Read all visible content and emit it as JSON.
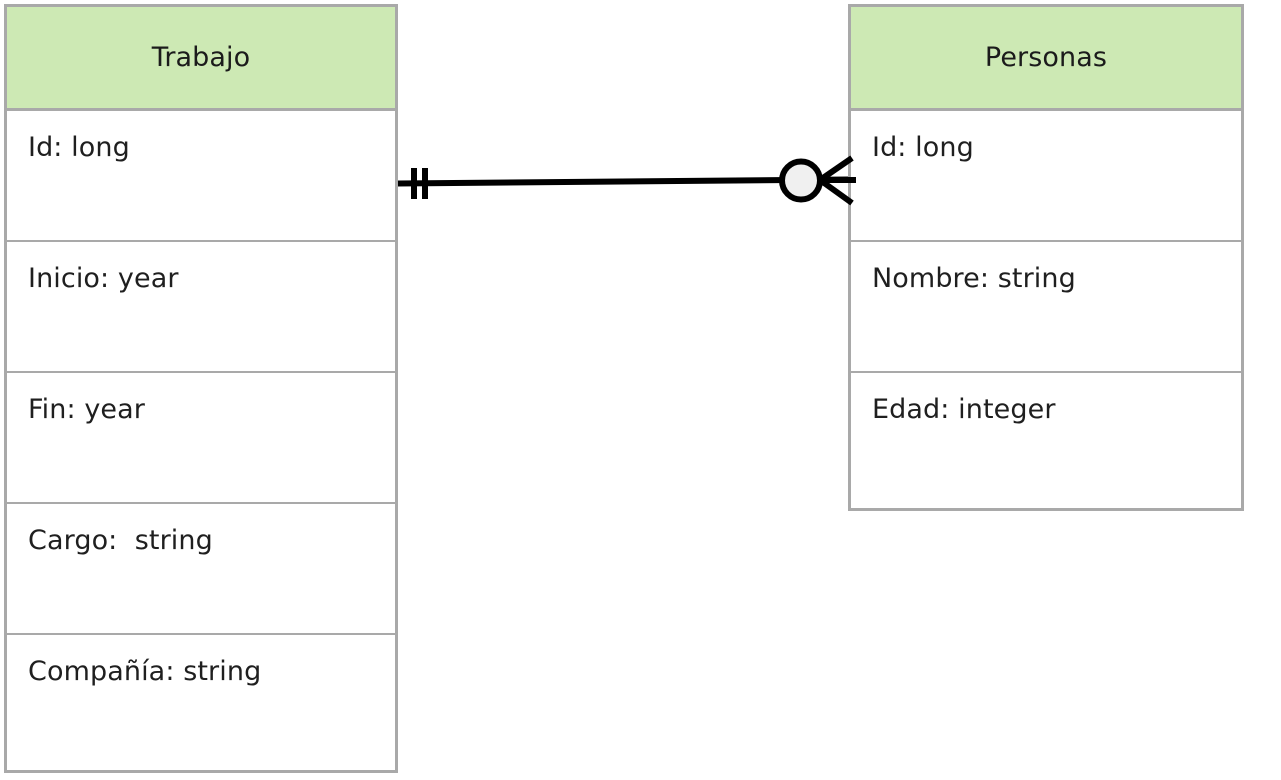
{
  "diagram": {
    "type": "entity-relationship-diagram",
    "notation": "crows-foot",
    "background_color": "#ffffff",
    "header_color": "#cde9b4",
    "border_color": "#a9a9a9",
    "text_color": "#1f1f1f",
    "line_color": "#000000"
  },
  "entities": [
    {
      "name": "Trabajo",
      "title": "Trabajo",
      "attributes": [
        {
          "label": "Id: long"
        },
        {
          "label": "Inicio: year"
        },
        {
          "label": "Fin: year"
        },
        {
          "label": "Cargo:  string"
        },
        {
          "label": "Compañía: string"
        }
      ]
    },
    {
      "name": "Personas",
      "title": "Personas",
      "attributes": [
        {
          "label": "Id: long"
        },
        {
          "label": "Nombre: string"
        },
        {
          "label": "Edad: integer"
        }
      ]
    }
  ],
  "relationship": {
    "from_entity": "Trabajo",
    "to_entity": "Personas",
    "from_cardinality": "one-and-only-one",
    "from_symbol": "double-tick",
    "to_cardinality": "zero-or-many",
    "to_symbol": "circle-crows-foot",
    "circle_fill": "#f0f0f0",
    "line_color": "#000000"
  }
}
